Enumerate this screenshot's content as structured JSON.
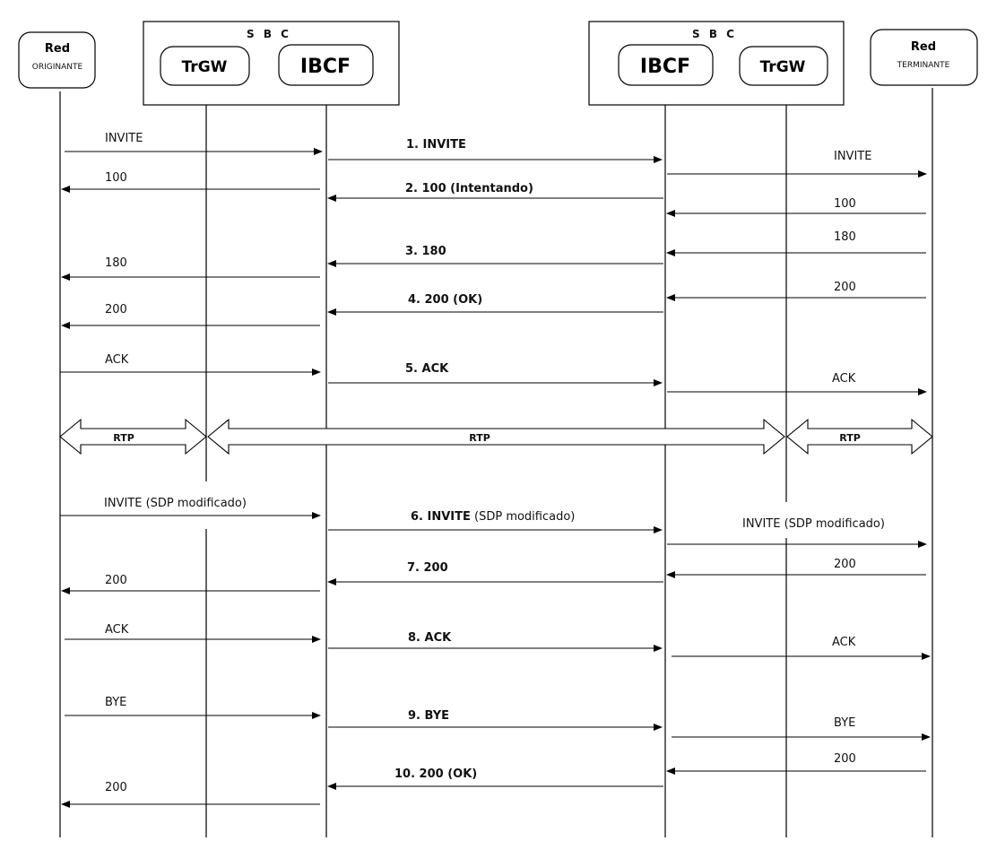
{
  "sbc_left": {
    "title": "S B C",
    "trgw": "TrGW",
    "ibcf": "IBCF"
  },
  "sbc_right": {
    "title": "S B C",
    "ibcf": "IBCF",
    "trgw": "TrGW"
  },
  "red_originante": {
    "title": "Red",
    "subtitle": "ORIGINANTE"
  },
  "red_terminante": {
    "title": "Red",
    "subtitle": "TERMINANTE"
  },
  "rtp": {
    "left": "RTP",
    "middle": "RTP",
    "right": "RTP"
  },
  "messages": [
    {
      "from": "orig",
      "to": "ibcf1",
      "label": "INVITE",
      "bold": ""
    },
    {
      "from": "ibcf1",
      "to": "ibcf2",
      "label": "",
      "bold": "1. INVITE"
    },
    {
      "from": "ibcf2",
      "to": "term",
      "label": "INVITE",
      "bold": ""
    },
    {
      "from": "ibcf1",
      "to": "orig",
      "label": "100",
      "bold": ""
    },
    {
      "from": "ibcf2",
      "to": "ibcf1",
      "label": "",
      "bold": "2. 100 (Intentando)"
    },
    {
      "from": "term",
      "to": "ibcf2",
      "label": "100",
      "bold": ""
    },
    {
      "from": "term",
      "to": "ibcf2",
      "label": "180",
      "bold": ""
    },
    {
      "from": "ibcf2",
      "to": "ibcf1",
      "label": "",
      "bold": "3. 180"
    },
    {
      "from": "ibcf1",
      "to": "orig",
      "label": "180",
      "bold": ""
    },
    {
      "from": "term",
      "to": "ibcf2",
      "label": "200",
      "bold": ""
    },
    {
      "from": "ibcf2",
      "to": "ibcf1",
      "label": "",
      "bold": "4. 200 (OK)"
    },
    {
      "from": "ibcf1",
      "to": "orig",
      "label": "200",
      "bold": ""
    },
    {
      "from": "orig",
      "to": "ibcf1",
      "label": "ACK",
      "bold": ""
    },
    {
      "from": "ibcf1",
      "to": "ibcf2",
      "label": "",
      "bold": "5. ACK"
    },
    {
      "from": "ibcf2",
      "to": "term",
      "label": "ACK",
      "bold": ""
    },
    {
      "from": "orig",
      "to": "ibcf1",
      "label": "INVITE (SDP modificado)",
      "bold": ""
    },
    {
      "from": "ibcf1",
      "to": "ibcf2",
      "label": " (SDP modificado)",
      "bold": "6. INVITE"
    },
    {
      "from": "ibcf2",
      "to": "term",
      "label": "INVITE (SDP modificado)",
      "bold": ""
    },
    {
      "from": "term",
      "to": "ibcf2",
      "label": "200",
      "bold": ""
    },
    {
      "from": "ibcf2",
      "to": "ibcf1",
      "label": "",
      "bold": "7. 200"
    },
    {
      "from": "ibcf1",
      "to": "orig",
      "label": "200",
      "bold": ""
    },
    {
      "from": "orig",
      "to": "ibcf1",
      "label": "ACK",
      "bold": ""
    },
    {
      "from": "ibcf1",
      "to": "ibcf2",
      "label": "",
      "bold": "8. ACK"
    },
    {
      "from": "ibcf2",
      "to": "term",
      "label": "ACK",
      "bold": ""
    },
    {
      "from": "orig",
      "to": "ibcf1",
      "label": "BYE",
      "bold": ""
    },
    {
      "from": "ibcf1",
      "to": "ibcf2",
      "label": "",
      "bold": "9. BYE"
    },
    {
      "from": "ibcf2",
      "to": "term",
      "label": "BYE",
      "bold": ""
    },
    {
      "from": "term",
      "to": "ibcf2",
      "label": "200",
      "bold": ""
    },
    {
      "from": "ibcf2",
      "to": "ibcf1",
      "label": "",
      "bold": "10. 200 (OK)"
    },
    {
      "from": "ibcf1",
      "to": "orig",
      "label": "200",
      "bold": ""
    }
  ]
}
